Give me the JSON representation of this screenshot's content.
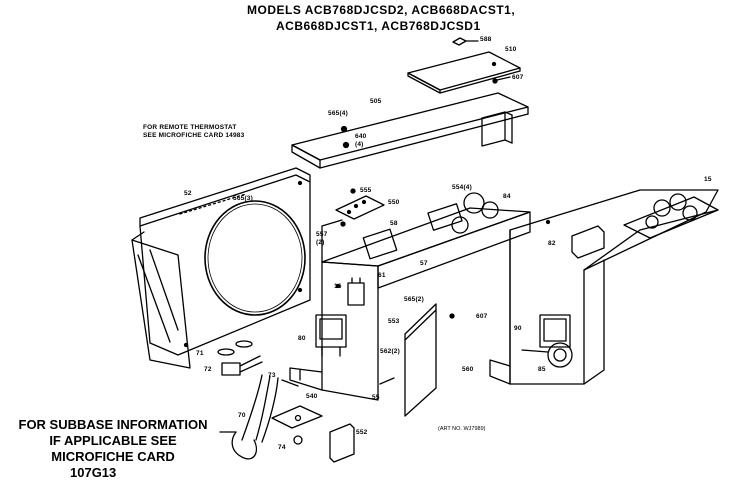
{
  "title_lines": [
    "MODELS ACB768DJCSD2, ACB668DACST1,",
    "ACB668DJCST1, ACB768DJCSD1"
  ],
  "thermostat_note": [
    "FOR REMOTE THERMOSTAT",
    "SEE MICROFICHE CARD 14983"
  ],
  "subbase_note": [
    "FOR SUBBASE INFORMATION",
    "IF APPLICABLE SEE",
    "MICROFICHE CARD",
    "107G13"
  ],
  "art_number": "(ART NO. WJ7989)",
  "callouts": [
    {
      "id": "510",
      "text": "510"
    },
    {
      "id": "607a",
      "text": "607"
    },
    {
      "id": "588",
      "text": "588"
    },
    {
      "id": "505",
      "text": "505"
    },
    {
      "id": "565",
      "text": "565(4)"
    },
    {
      "id": "640",
      "text": "640"
    },
    {
      "id": "640b",
      "text": "(4)"
    },
    {
      "id": "52",
      "text": "52"
    },
    {
      "id": "565b",
      "text": "565(3)"
    },
    {
      "id": "555",
      "text": "555"
    },
    {
      "id": "550",
      "text": "550"
    },
    {
      "id": "557",
      "text": "557"
    },
    {
      "id": "557b",
      "text": "(2)"
    },
    {
      "id": "554",
      "text": "554(4)"
    },
    {
      "id": "84",
      "text": "84"
    },
    {
      "id": "58",
      "text": "58"
    },
    {
      "id": "57",
      "text": "57"
    },
    {
      "id": "15",
      "text": "15"
    },
    {
      "id": "16",
      "text": "16"
    },
    {
      "id": "565c",
      "text": "565(2)"
    },
    {
      "id": "607b",
      "text": "607"
    },
    {
      "id": "553",
      "text": "553"
    },
    {
      "id": "80",
      "text": "80"
    },
    {
      "id": "562",
      "text": "562(2)"
    },
    {
      "id": "61",
      "text": "61"
    },
    {
      "id": "71",
      "text": "71"
    },
    {
      "id": "72",
      "text": "72"
    },
    {
      "id": "73",
      "text": "73"
    },
    {
      "id": "540",
      "text": "540"
    },
    {
      "id": "560",
      "text": "560"
    },
    {
      "id": "55",
      "text": "55"
    },
    {
      "id": "70",
      "text": "70"
    },
    {
      "id": "74",
      "text": "74"
    },
    {
      "id": "552",
      "text": "552"
    },
    {
      "id": "82",
      "text": "82"
    },
    {
      "id": "85",
      "text": "85"
    },
    {
      "id": "90",
      "text": "90"
    }
  ]
}
